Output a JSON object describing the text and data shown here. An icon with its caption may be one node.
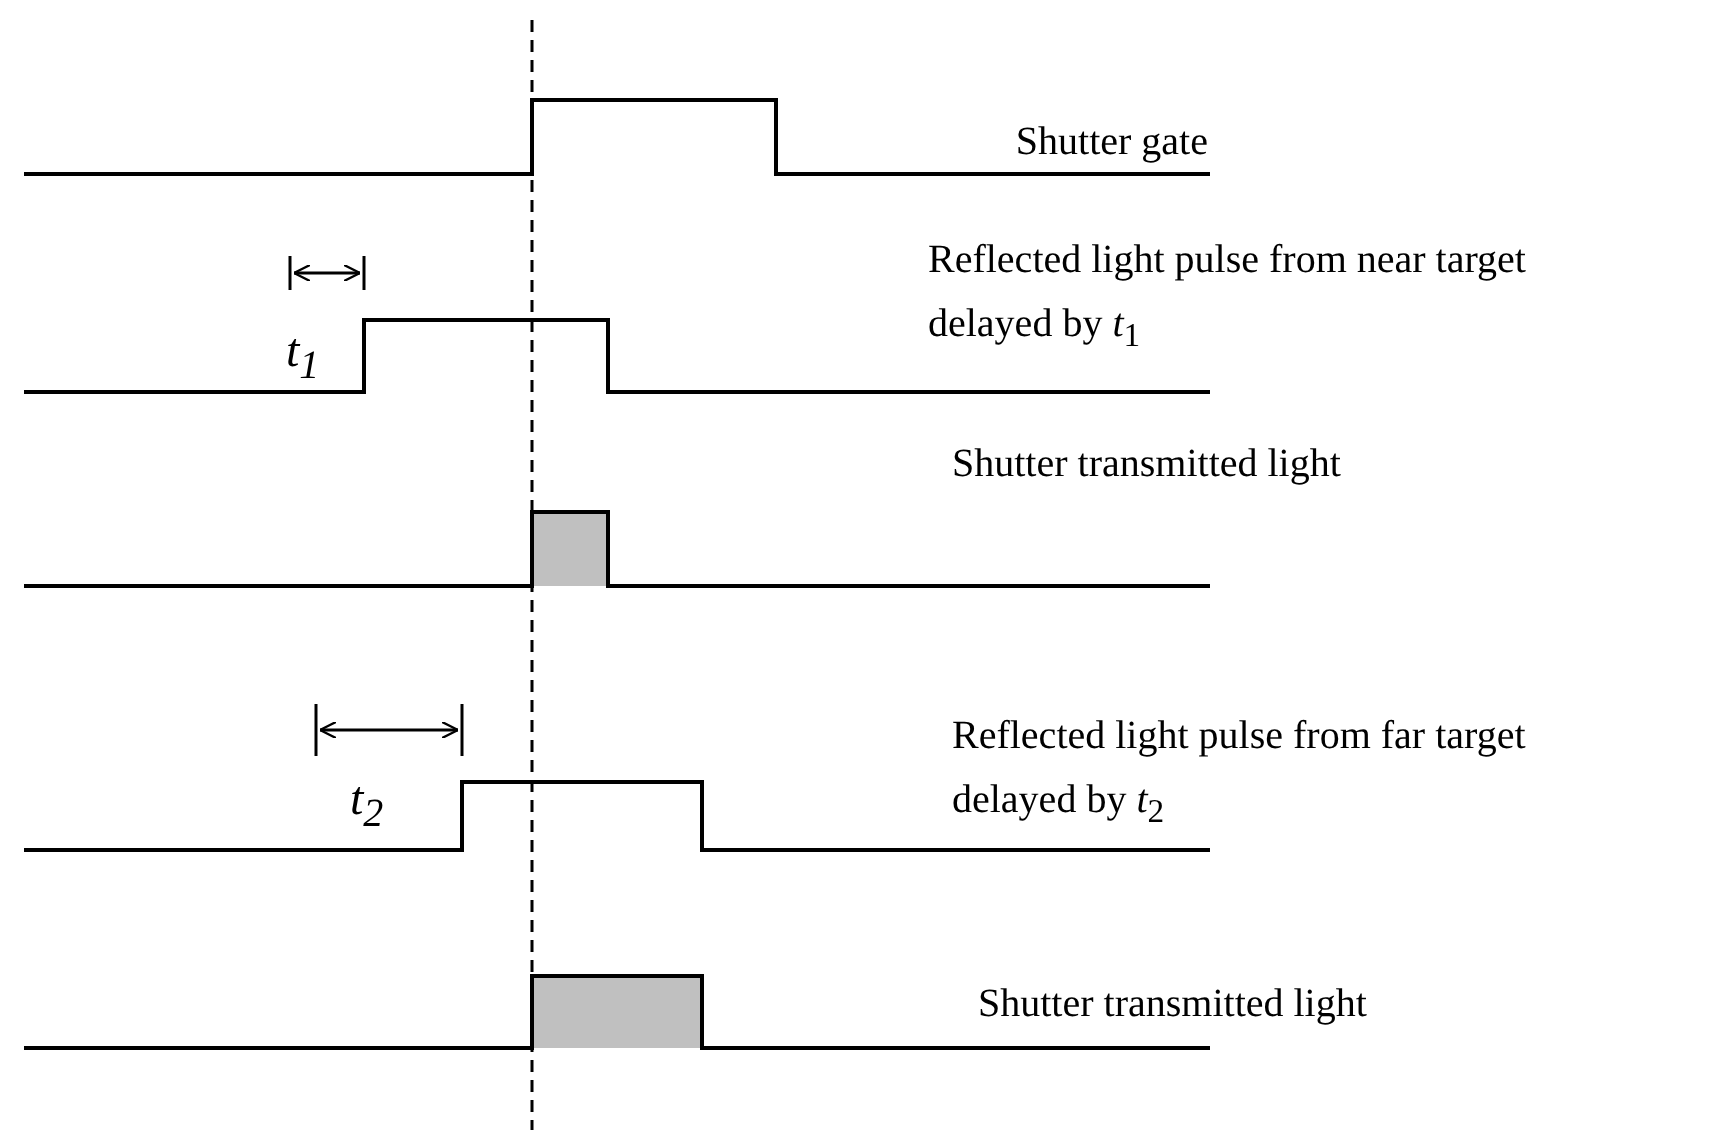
{
  "diagram": {
    "labels": [
      "Shutter gate",
      "Reflected light pulse from near target delayed by *t*$_{1}$",
      "t$_{1}$",
      "Shutter transmitted light",
      "Reflected light pulse from far target delayed by *t*$_{2}$",
      "t$_{2}$",
      "Shutter transmitted light"
    ]
  }
}
